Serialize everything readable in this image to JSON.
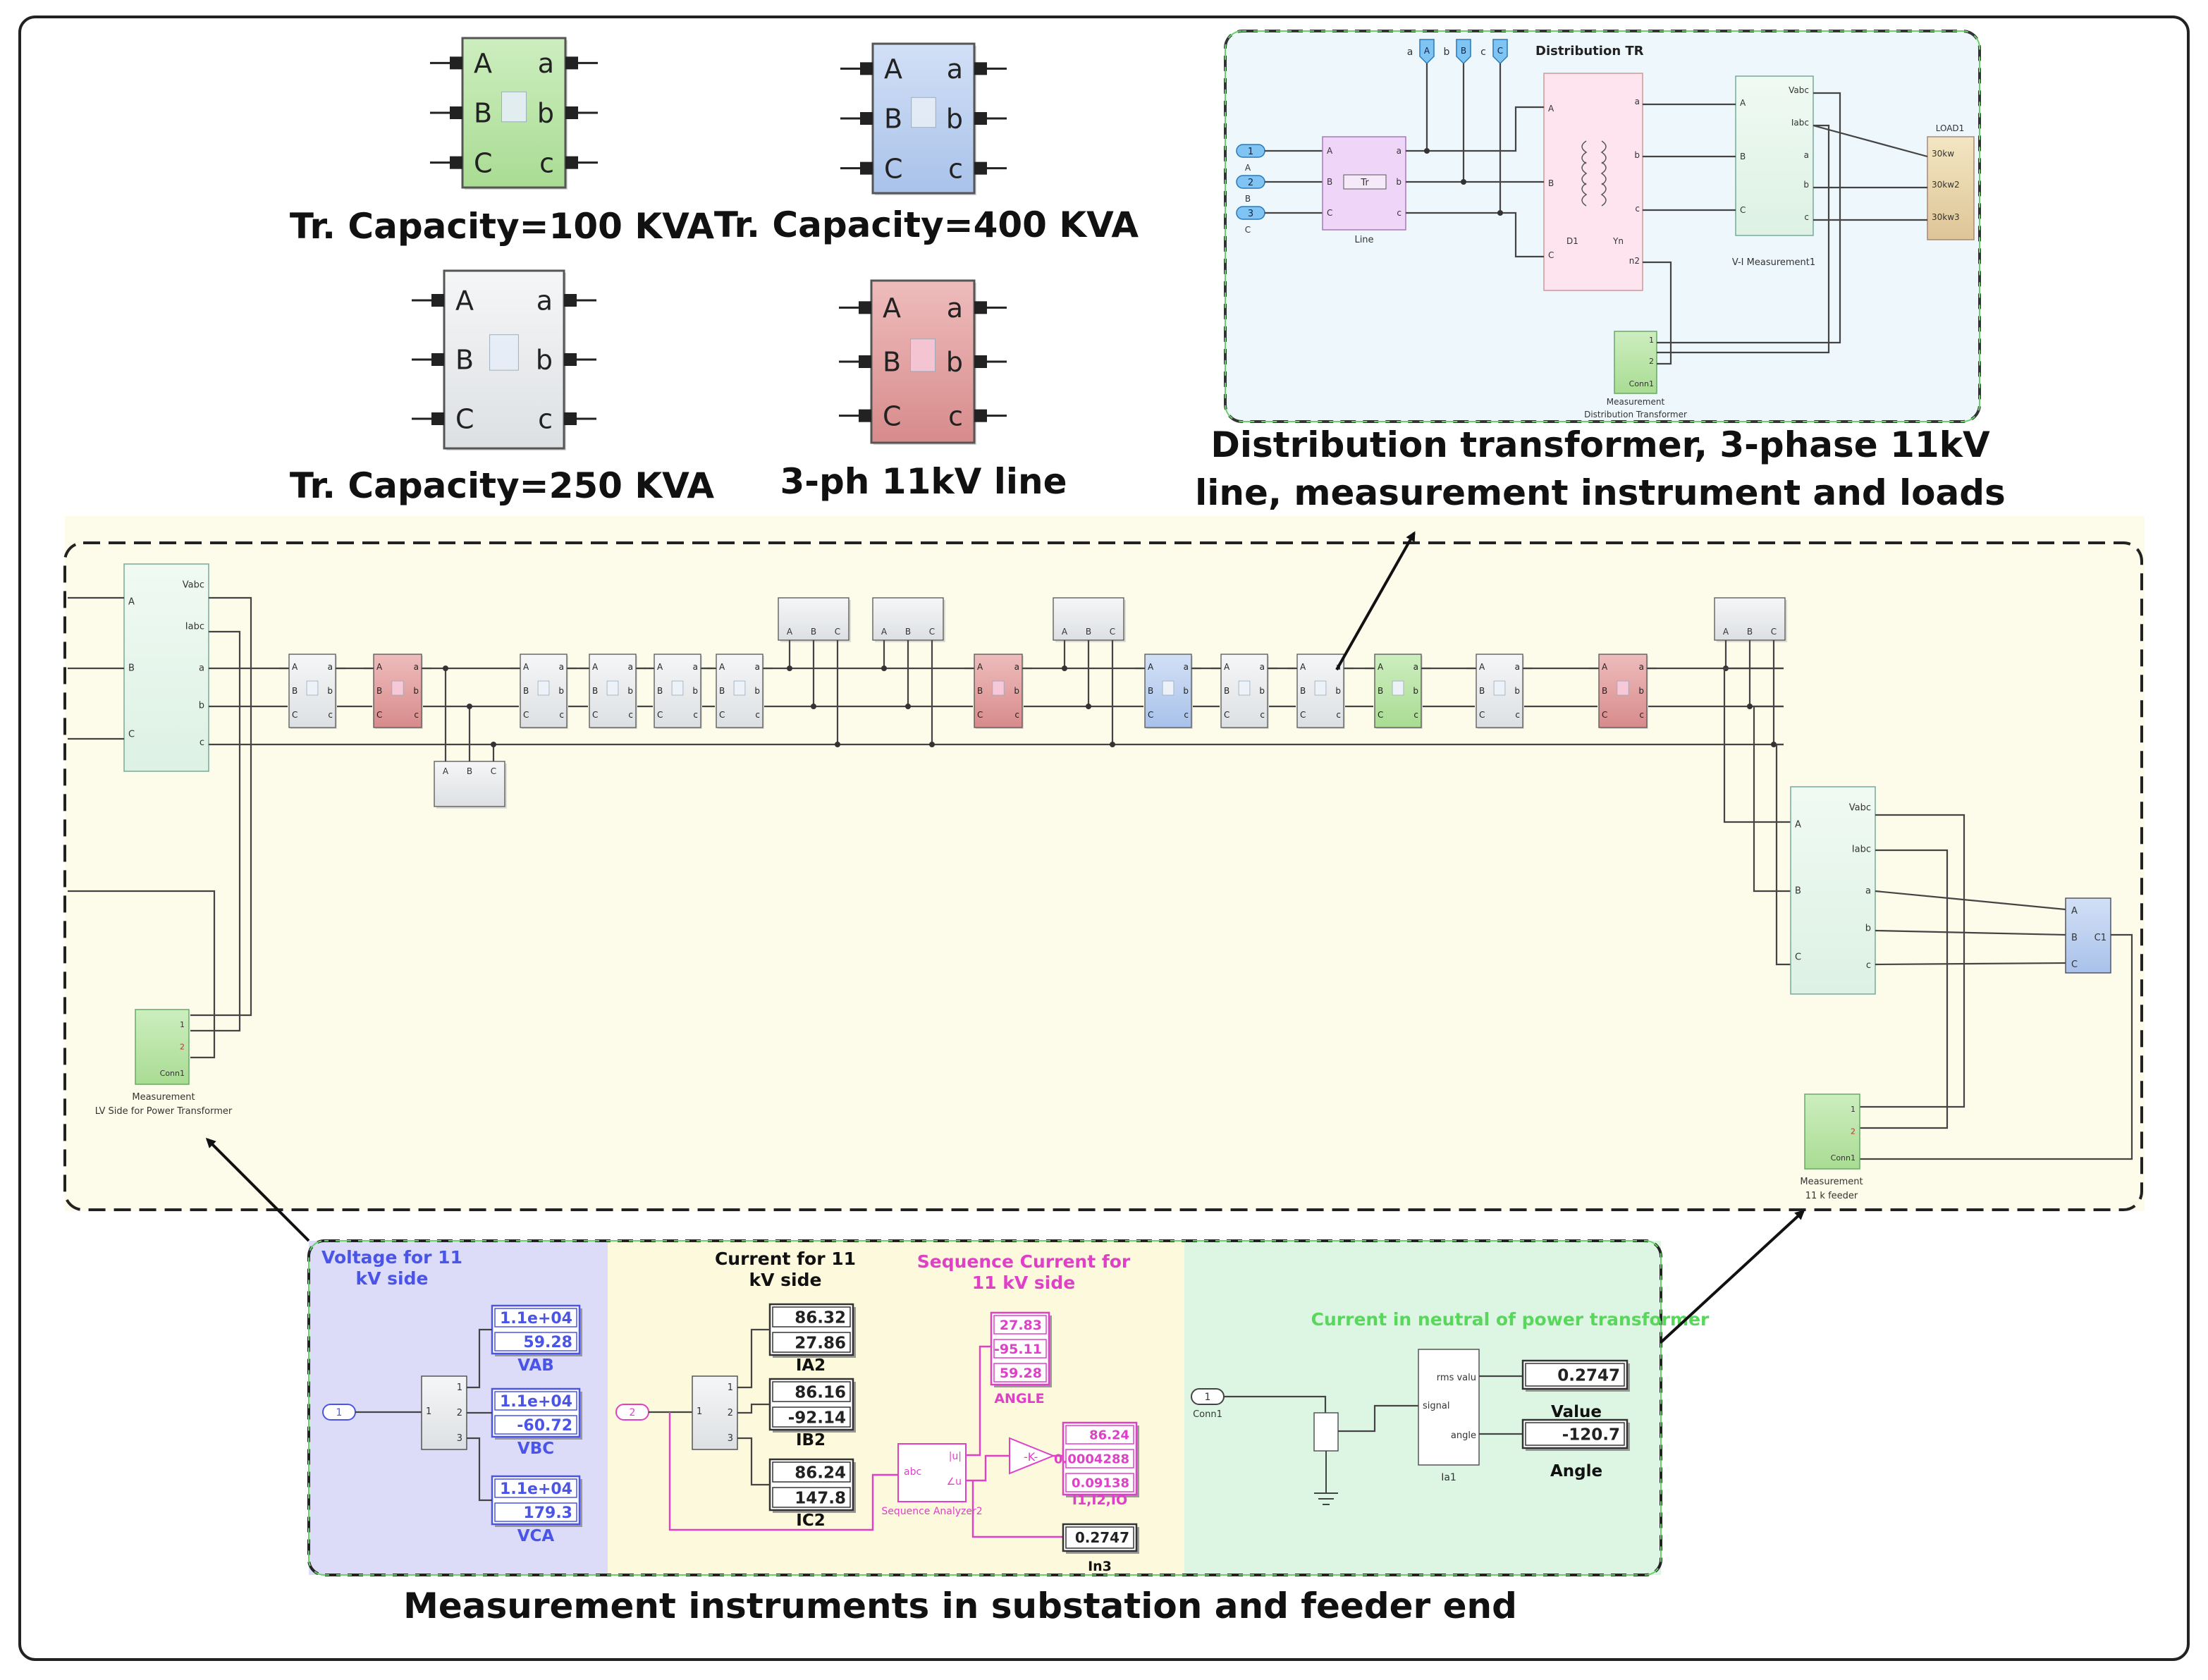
{
  "captions": {
    "tr100": "Tr. Capacity=100 KVA",
    "tr400": "Tr. Capacity=400 KVA",
    "tr250": "Tr. Capacity=250 KVA",
    "line3ph": "3-ph 11kV line",
    "dist_line1": "Distribution transformer, 3-phase 11kV",
    "dist_line2": "line, measurement instrument and loads",
    "bottom": "Measurement instruments in substation and feeder end"
  },
  "block_ports": {
    "in": [
      "A",
      "B",
      "C"
    ],
    "out": [
      "a",
      "b",
      "c"
    ]
  },
  "dist_tr": {
    "title": "Distribution TR",
    "bus_labels": [
      "a",
      "A",
      "b",
      "B",
      "c",
      "C"
    ],
    "inports": [
      "1",
      "2",
      "3"
    ],
    "inport_letters": [
      "A",
      "B",
      "C"
    ],
    "line_block": "Line",
    "line_inner": "Tr",
    "tr_ports": {
      "A": "A",
      "B": "B",
      "C": "C",
      "a": "a",
      "b": "b",
      "c": "c",
      "n2": "n2"
    },
    "tr_labels": {
      "d1": "D1",
      "yn": "Yn"
    },
    "vi_name": "V-I Measurement1",
    "vi_left": [
      "A",
      "B",
      "C"
    ],
    "vi_right": [
      "Vabc",
      "Iabc",
      "a",
      "b",
      "c"
    ],
    "load_title": "LOAD1",
    "loads": [
      "30kw",
      "30kw2",
      "30kw3"
    ],
    "meas_ports": [
      "1",
      "2",
      "Conn1"
    ],
    "meas_name1": "Measurement",
    "meas_name2": "Distribution Transformer"
  },
  "feeder": {
    "vi_left": [
      "A",
      "B",
      "C"
    ],
    "vi_right": [
      "Vabc",
      "Iabc",
      "a",
      "b",
      "c"
    ],
    "load_ports": [
      "A",
      "B",
      "C"
    ],
    "small_ports": [
      "1",
      "2",
      "Conn1"
    ],
    "lv_name1": "Measurement",
    "lv_name2": "LV Side for Power Transformer",
    "fe_name1": "Measurement",
    "fe_name2": "11 k feeder",
    "load_label": "C1"
  },
  "panel": {
    "voltage": {
      "title_l1": "Voltage for 11",
      "title_l2": "kV side",
      "inport": "1",
      "demux_ports": [
        "1",
        "1",
        "2",
        "3"
      ],
      "displays": [
        {
          "label": "VAB",
          "values": [
            "1.1e+04",
            "59.28"
          ]
        },
        {
          "label": "VBC",
          "values": [
            "1.1e+04",
            "-60.72"
          ]
        },
        {
          "label": "VCA",
          "values": [
            "1.1e+04",
            "179.3"
          ]
        }
      ]
    },
    "current": {
      "title_l1": "Current for 11",
      "title_l2": "kV side",
      "inport": "2",
      "demux_ports": [
        "1",
        "1",
        "2",
        "3"
      ],
      "displays": [
        {
          "label": "IA2",
          "values": [
            "86.32",
            "27.86"
          ]
        },
        {
          "label": "IB2",
          "values": [
            "86.16",
            "-92.14"
          ]
        },
        {
          "label": "IC2",
          "values": [
            "86.24",
            "147.8"
          ]
        }
      ]
    },
    "sequence": {
      "title_l1": "Sequence  Current for",
      "title_l2": "11 kV side",
      "angle_label": "ANGLE",
      "angle_values": [
        "27.83",
        "-95.11",
        "59.28"
      ],
      "mag_label": "I1,I2,IO",
      "mag_values": [
        "86.24",
        "0.0004288",
        "0.09138"
      ],
      "analyzer_name": "Sequence Analyzer2",
      "analyzer_in": "abc",
      "analyzer_out": [
        "|u|",
        "∠u"
      ],
      "gain": "-K-",
      "in3_label": "In3",
      "in3_value": "0.2747"
    },
    "neutral": {
      "title": "Current in neutral of power transformer",
      "conn_label": "Conn1",
      "conn_port": "1",
      "ia_name": "Ia1",
      "ia_ports": {
        "signal": "signal",
        "rms": "rms valu",
        "angle": "angle"
      },
      "value_label": "Value",
      "value": "0.2747",
      "angle_label": "Angle",
      "angle": "-120.7"
    }
  },
  "colors": {
    "green": "#b5e3a1",
    "blue": "#b8cdee",
    "gray": "#e7e9ec",
    "red": "#e3a0a0",
    "magenta": "#e040c8",
    "voltage_text": "#4a55e8",
    "neutral_text": "#58d85a",
    "feeder_bg": "#fdfcea"
  }
}
